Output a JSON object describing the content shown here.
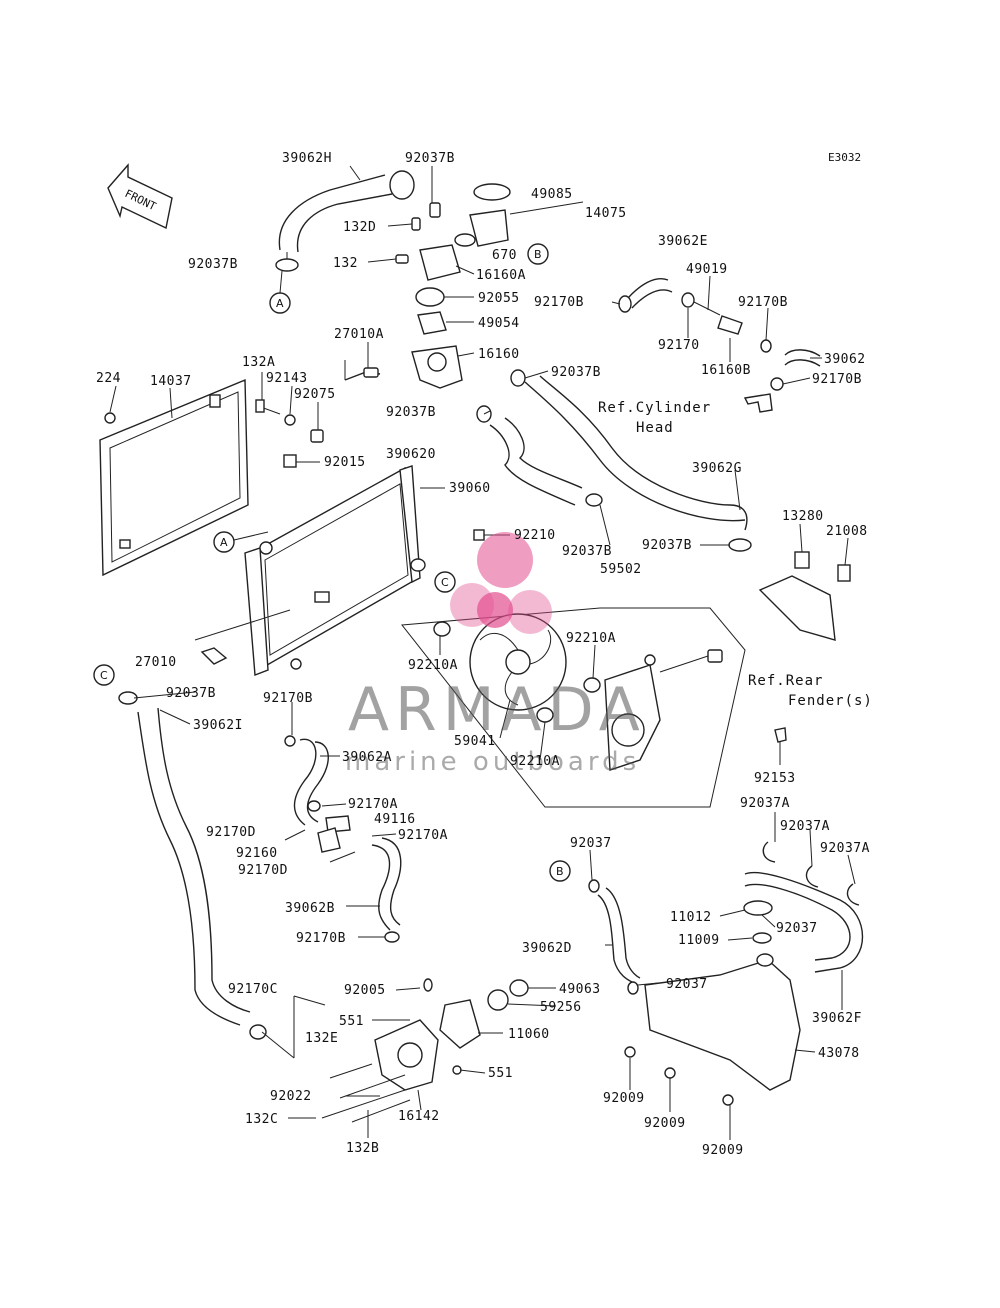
{
  "diagram_code": "E3032",
  "front_label": "FRONT",
  "refs": {
    "cylinder_head_1": "Ref.Cylinder",
    "cylinder_head_2": "Head",
    "rear_fender_1": "Ref.Rear",
    "rear_fender_2": "Fender(s)"
  },
  "connectors": {
    "a": "A",
    "b": "B",
    "c": "C"
  },
  "watermark": {
    "brand": "ARMADA",
    "tagline": "marine outboards"
  },
  "parts": {
    "p39062H": "39062H",
    "p92037B_top": "92037B",
    "p49085": "49085",
    "p14075": "14075",
    "p132D": "132D",
    "p670": "670",
    "p92037B_left": "92037B",
    "p132": "132",
    "p16160A": "16160A",
    "p92055": "92055",
    "p39062E": "39062E",
    "p49019": "49019",
    "p92170B_1": "92170B",
    "p92170B_2": "92170B",
    "p49054": "49054",
    "p27010A": "27010A",
    "p16160": "16160",
    "p92037B_mid": "92037B",
    "p92170": "92170",
    "p39062": "39062",
    "p132A": "132A",
    "p224": "224",
    "p14037": "14037",
    "p92143": "92143",
    "p16160B": "16160B",
    "p92170B_3": "92170B",
    "p92075": "92075",
    "p92037B_b": "92037B",
    "p92015": "92015",
    "p390620": "390620",
    "p39060": "39060",
    "p39062G": "39062G",
    "p13280": "13280",
    "p21008": "21008",
    "p92210": "92210",
    "p92037B_c": "92037B",
    "p92037B_d": "92037B",
    "p59502": "59502",
    "p92210A_1": "92210A",
    "p92210A_2": "92210A",
    "p27010": "27010",
    "p92037B_e": "92037B",
    "p92170B_4": "92170B",
    "p59041": "59041",
    "p92210A_3": "92210A",
    "p390621": "39062I",
    "p39062A": "39062A",
    "p92153": "92153",
    "p92170A_1": "92170A",
    "p49116": "49116",
    "p92170D_1": "92170D",
    "p92170A_2": "92170A",
    "p92037A_1": "92037A",
    "p92037A_2": "92037A",
    "p92037A_3": "92037A",
    "p92160": "92160",
    "p92170D_2": "92170D",
    "p92037_1": "92037",
    "p39062B": "39062B",
    "p11012": "11012",
    "p92037_2": "92037",
    "p92170B_5": "92170B",
    "p11009": "11009",
    "p39062D": "39062D",
    "p92005": "92005",
    "p49063": "49063",
    "p92037_3": "92037",
    "p92170C": "92170C",
    "p59256": "59256",
    "p551_1": "551",
    "p11060": "11060",
    "p39062F": "39062F",
    "p132E": "132E",
    "p43078": "43078",
    "p551_2": "551",
    "p92022": "92022",
    "p92009_1": "92009",
    "p16142": "16142",
    "p132C": "132C",
    "p92009_2": "92009",
    "p132B": "132B",
    "p92009_3": "92009"
  }
}
